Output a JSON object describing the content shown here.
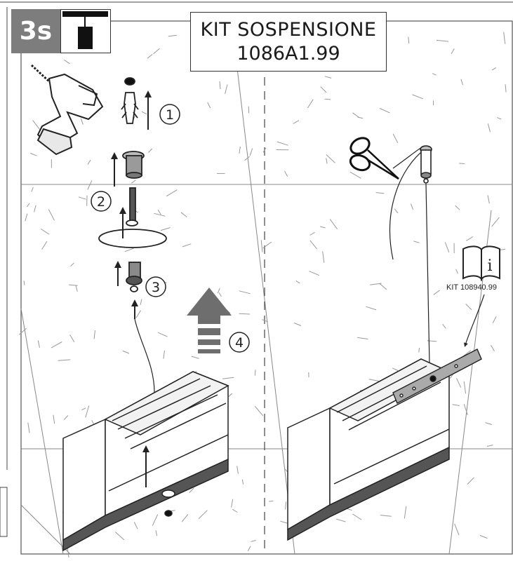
{
  "header": {
    "step_code": "3s",
    "title_line1": "KIT SOSPENSIONE",
    "title_line2": "1086A1.99"
  },
  "steps": [
    {
      "number": "1"
    },
    {
      "number": "2"
    },
    {
      "number": "3"
    },
    {
      "number": "4"
    }
  ],
  "manual_reference": {
    "icon_label": "i",
    "kit_code": "KIT 108940.99"
  },
  "colors": {
    "badge": "#7d7d7d",
    "line": "#222222",
    "arrow_gray": "#6e6e6e"
  }
}
